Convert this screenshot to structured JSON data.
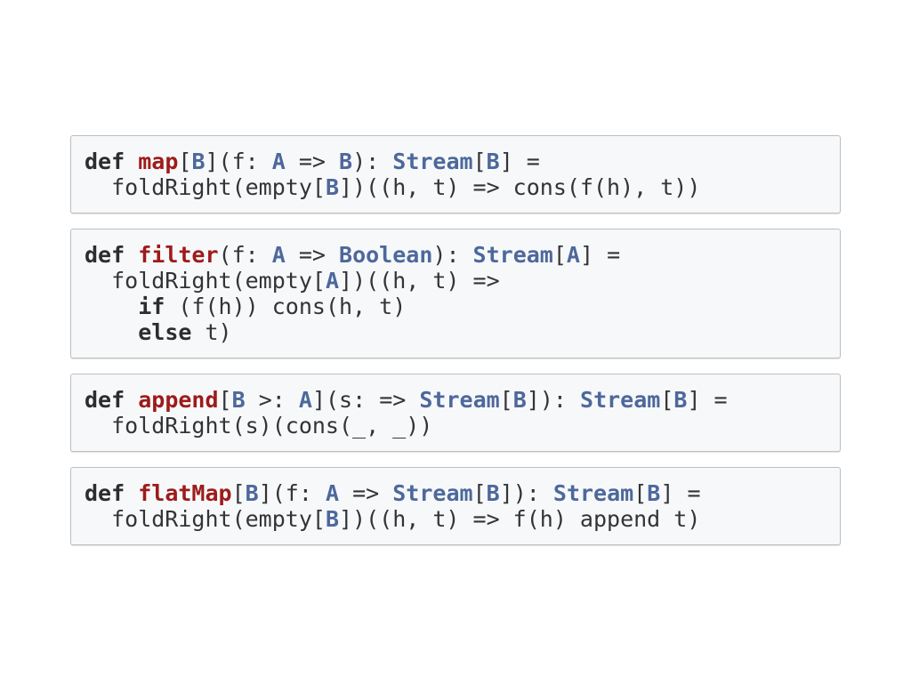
{
  "slide": {
    "background": "#ffffff",
    "language": "scala",
    "code_blocks": [
      {
        "name": "map-definition",
        "lines": [
          [
            [
              "kw",
              "def"
            ],
            [
              "pl",
              " "
            ],
            [
              "fn",
              "map"
            ],
            [
              "pl",
              "["
            ],
            [
              "ty",
              "B"
            ],
            [
              "pl",
              "](f: "
            ],
            [
              "ty",
              "A"
            ],
            [
              "pl",
              " => "
            ],
            [
              "ty",
              "B"
            ],
            [
              "pl",
              "): "
            ],
            [
              "ty",
              "Stream"
            ],
            [
              "pl",
              "["
            ],
            [
              "ty",
              "B"
            ],
            [
              "pl",
              "] ="
            ]
          ],
          [
            [
              "pl",
              "  foldRight(empty["
            ],
            [
              "ty",
              "B"
            ],
            [
              "pl",
              "])((h, t) => cons(f(h), t))"
            ]
          ]
        ]
      },
      {
        "name": "filter-definition",
        "lines": [
          [
            [
              "kw",
              "def"
            ],
            [
              "pl",
              " "
            ],
            [
              "fn",
              "filter"
            ],
            [
              "pl",
              "(f: "
            ],
            [
              "ty",
              "A"
            ],
            [
              "pl",
              " => "
            ],
            [
              "ty",
              "Boolean"
            ],
            [
              "pl",
              "): "
            ],
            [
              "ty",
              "Stream"
            ],
            [
              "pl",
              "["
            ],
            [
              "ty",
              "A"
            ],
            [
              "pl",
              "] ="
            ]
          ],
          [
            [
              "pl",
              "  foldRight(empty["
            ],
            [
              "ty",
              "A"
            ],
            [
              "pl",
              "])((h, t) =>"
            ]
          ],
          [
            [
              "pl",
              "    "
            ],
            [
              "kw",
              "if"
            ],
            [
              "pl",
              " (f(h)) cons(h, t)"
            ]
          ],
          [
            [
              "pl",
              "    "
            ],
            [
              "kw",
              "else"
            ],
            [
              "pl",
              " t)"
            ]
          ]
        ]
      },
      {
        "name": "append-definition",
        "lines": [
          [
            [
              "kw",
              "def"
            ],
            [
              "pl",
              " "
            ],
            [
              "fn",
              "append"
            ],
            [
              "pl",
              "["
            ],
            [
              "ty",
              "B"
            ],
            [
              "pl",
              " >: "
            ],
            [
              "ty",
              "A"
            ],
            [
              "pl",
              "](s: => "
            ],
            [
              "ty",
              "Stream"
            ],
            [
              "pl",
              "["
            ],
            [
              "ty",
              "B"
            ],
            [
              "pl",
              "]): "
            ],
            [
              "ty",
              "Stream"
            ],
            [
              "pl",
              "["
            ],
            [
              "ty",
              "B"
            ],
            [
              "pl",
              "] ="
            ]
          ],
          [
            [
              "pl",
              "  foldRight(s)(cons(_, _))"
            ]
          ]
        ]
      },
      {
        "name": "flatMap-definition",
        "lines": [
          [
            [
              "kw",
              "def"
            ],
            [
              "pl",
              " "
            ],
            [
              "fn",
              "flatMap"
            ],
            [
              "pl",
              "["
            ],
            [
              "ty",
              "B"
            ],
            [
              "pl",
              "](f: "
            ],
            [
              "ty",
              "A"
            ],
            [
              "pl",
              " => "
            ],
            [
              "ty",
              "Stream"
            ],
            [
              "pl",
              "["
            ],
            [
              "ty",
              "B"
            ],
            [
              "pl",
              "]): "
            ],
            [
              "ty",
              "Stream"
            ],
            [
              "pl",
              "["
            ],
            [
              "ty",
              "B"
            ],
            [
              "pl",
              "] ="
            ]
          ],
          [
            [
              "pl",
              "  foldRight(empty["
            ],
            [
              "ty",
              "B"
            ],
            [
              "pl",
              "])((h, t) => f(h) append t)"
            ]
          ]
        ]
      }
    ]
  },
  "token_legend": {
    "kw": "keyword",
    "fn": "function-name",
    "ty": "type",
    "pl": "plain-code"
  },
  "colors": {
    "plain": "#333436",
    "keyword": "#2c2d2f",
    "function": "#9d1b1b",
    "type": "#4d689c",
    "box_bg": "#f7f8f9",
    "box_border": "#bcbfc2",
    "page_bg": "#ffffff"
  }
}
